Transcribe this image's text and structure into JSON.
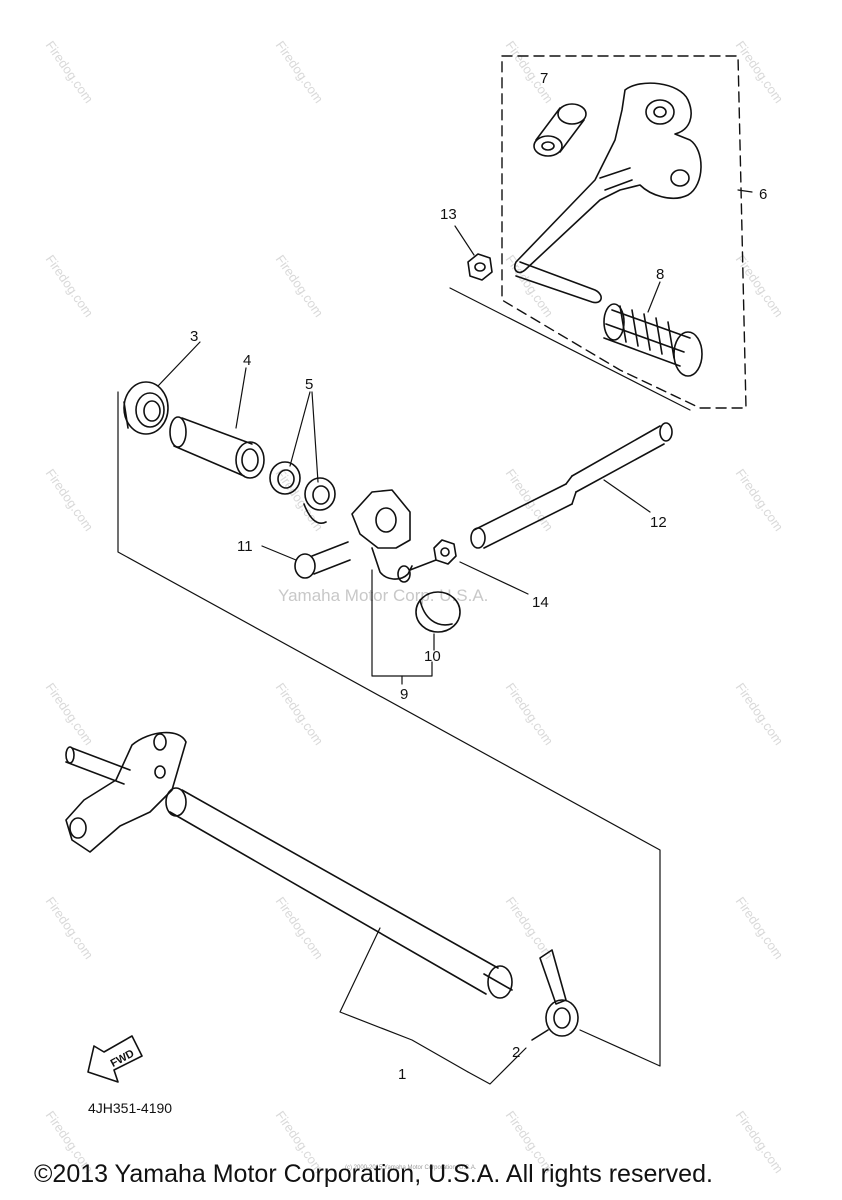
{
  "watermark": {
    "site": "Firedog.com",
    "center": "Yamaha Motor Corp. U.S.A."
  },
  "callouts": [
    {
      "id": "1",
      "label": "1"
    },
    {
      "id": "2",
      "label": "2"
    },
    {
      "id": "3",
      "label": "3"
    },
    {
      "id": "4",
      "label": "4"
    },
    {
      "id": "5",
      "label": "5"
    },
    {
      "id": "6",
      "label": "6"
    },
    {
      "id": "7",
      "label": "7"
    },
    {
      "id": "8",
      "label": "8"
    },
    {
      "id": "9",
      "label": "9"
    },
    {
      "id": "10",
      "label": "10"
    },
    {
      "id": "11",
      "label": "11"
    },
    {
      "id": "12",
      "label": "12"
    },
    {
      "id": "13",
      "label": "13"
    },
    {
      "id": "14",
      "label": "14"
    }
  ],
  "fwd_arrow_label": "FWD",
  "part_number": "4JH351-4190",
  "tiny_notice": "(c) 2000-2015 Yamaha Motor Corporation, U.S.A.",
  "copyright": "©2013 Yamaha Motor Corporation, U.S.A. All rights reserved."
}
